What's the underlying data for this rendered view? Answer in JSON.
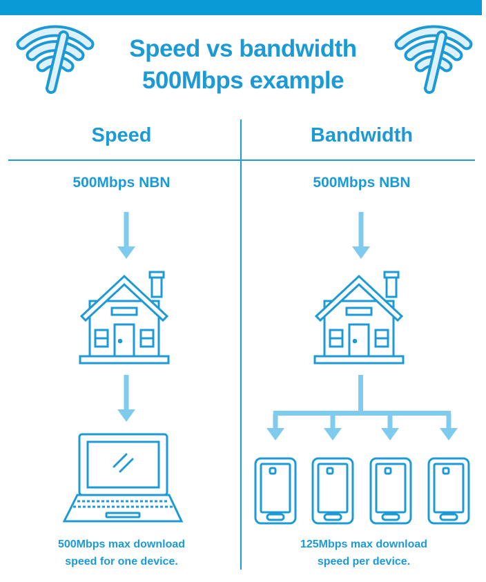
{
  "header": {
    "title_line1": "Speed vs bandwidth",
    "title_line2": "500Mbps example"
  },
  "columns": {
    "speed": {
      "heading": "Speed",
      "source": "500Mbps NBN",
      "caption_line1": "500Mbps max download",
      "caption_line2": "speed for one device."
    },
    "bandwidth": {
      "heading": "Bandwidth",
      "source": "500Mbps NBN",
      "caption_line1": "125Mbps max download",
      "caption_line2": "speed per device."
    }
  },
  "icons": [
    "wifi-icon",
    "house-icon",
    "laptop-icon",
    "smartphone-icon",
    "arrow-down-icon"
  ],
  "colors": {
    "brand_blue": "#0a9bd6",
    "line_blue": "#1b9ad6",
    "icon_fill": "#dff1fb",
    "arrow_blue": "#7fcbed"
  }
}
